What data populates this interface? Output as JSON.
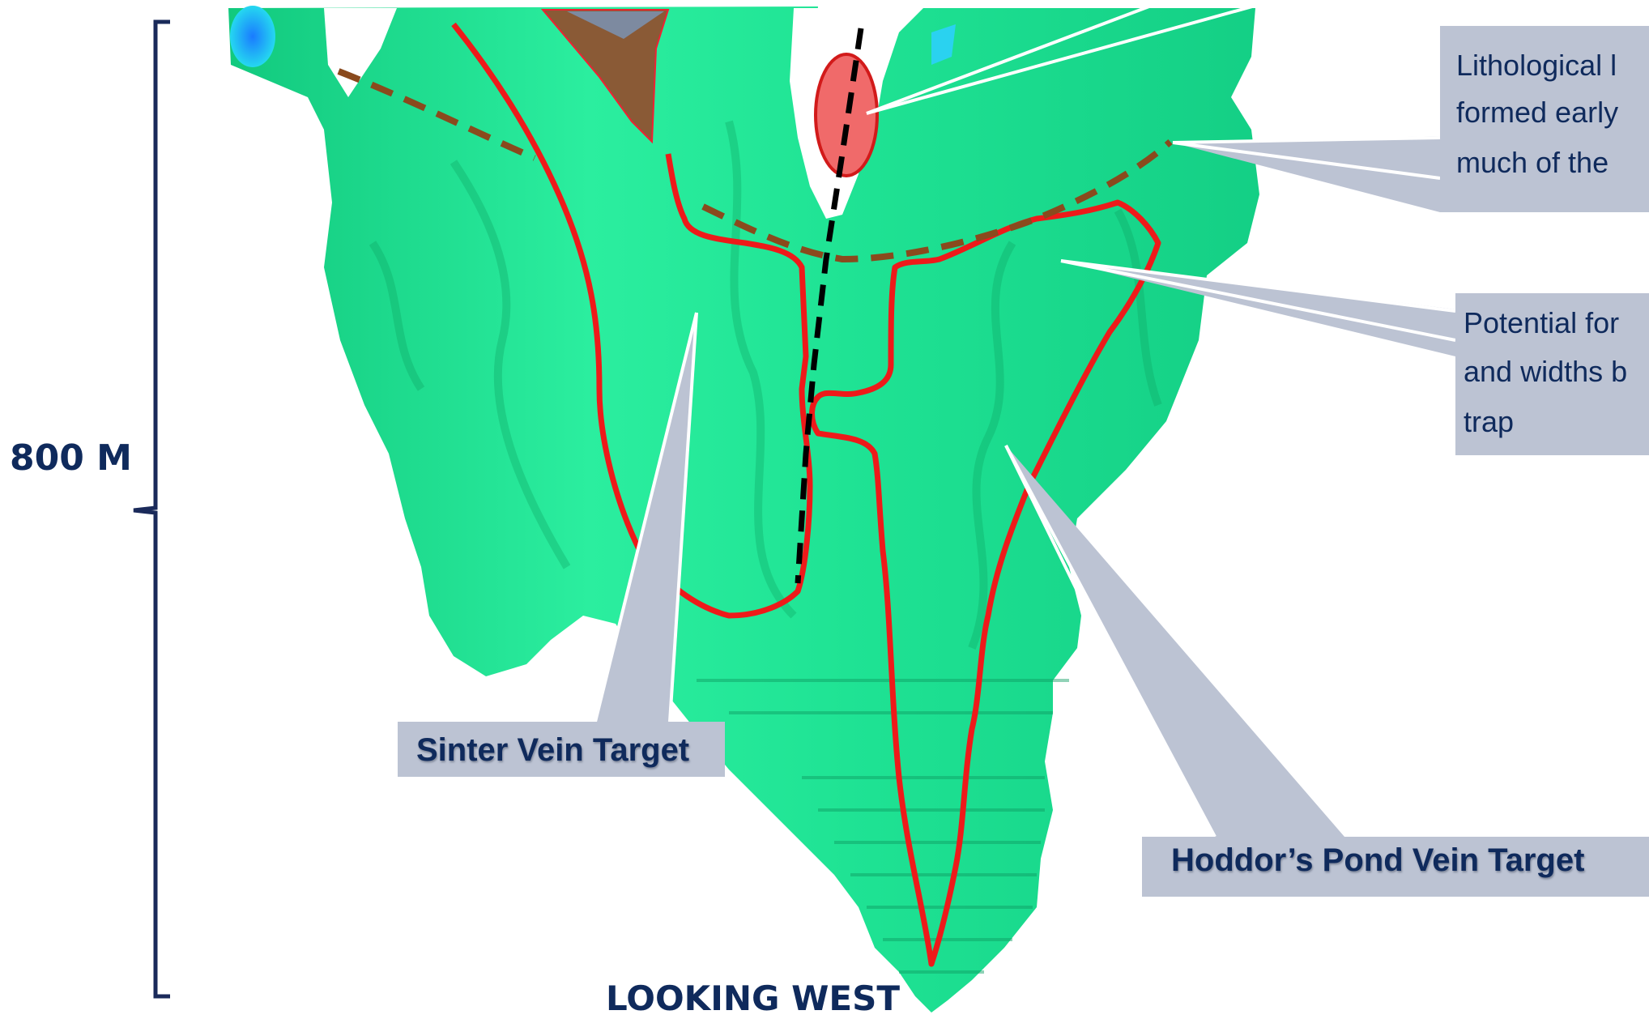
{
  "scale_label": "800 M",
  "view_label": "LOOKING WEST",
  "callouts": {
    "lithological": [
      "Lithological l",
      "formed early",
      "much of the"
    ],
    "potential": [
      "Potential for",
      "and widths b",
      "trap"
    ],
    "sinter": "Sinter Vein Target",
    "hoddors": "Hoddor’s Pond Vein Target"
  },
  "colors": {
    "body_green": "#1fe394",
    "outline_red": "#ee1a1a",
    "contact_brown": "#8a4a1d",
    "fault_black": "#000000",
    "callout_gray": "#bcc3d3",
    "text_navy": "#0f2a5c",
    "bracket_navy": "#1a2a5a"
  }
}
